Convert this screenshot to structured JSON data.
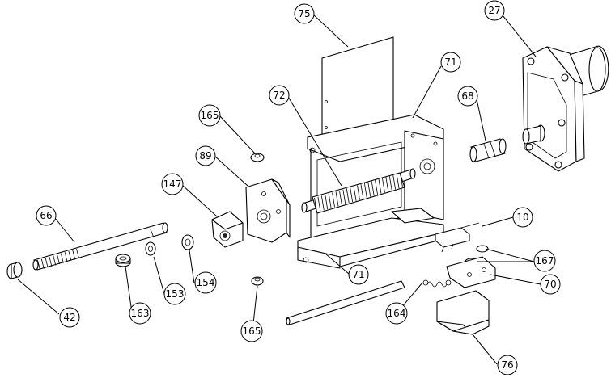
{
  "callouts": [
    {
      "id": "c75",
      "label": "75"
    },
    {
      "id": "c27",
      "label": "27"
    },
    {
      "id": "c71a",
      "label": "71"
    },
    {
      "id": "c72",
      "label": "72"
    },
    {
      "id": "c68",
      "label": "68"
    },
    {
      "id": "c165a",
      "label": "165"
    },
    {
      "id": "c89",
      "label": "89"
    },
    {
      "id": "c147",
      "label": "147"
    },
    {
      "id": "c66",
      "label": "66"
    },
    {
      "id": "c10",
      "label": "10"
    },
    {
      "id": "c167",
      "label": "167"
    },
    {
      "id": "c70",
      "label": "70"
    },
    {
      "id": "c71b",
      "label": "71"
    },
    {
      "id": "c154",
      "label": "154"
    },
    {
      "id": "c153",
      "label": "153"
    },
    {
      "id": "c163",
      "label": "163"
    },
    {
      "id": "c42",
      "label": "42"
    },
    {
      "id": "c164",
      "label": "164"
    },
    {
      "id": "c165b",
      "label": "165"
    },
    {
      "id": "c76",
      "label": "76"
    }
  ]
}
